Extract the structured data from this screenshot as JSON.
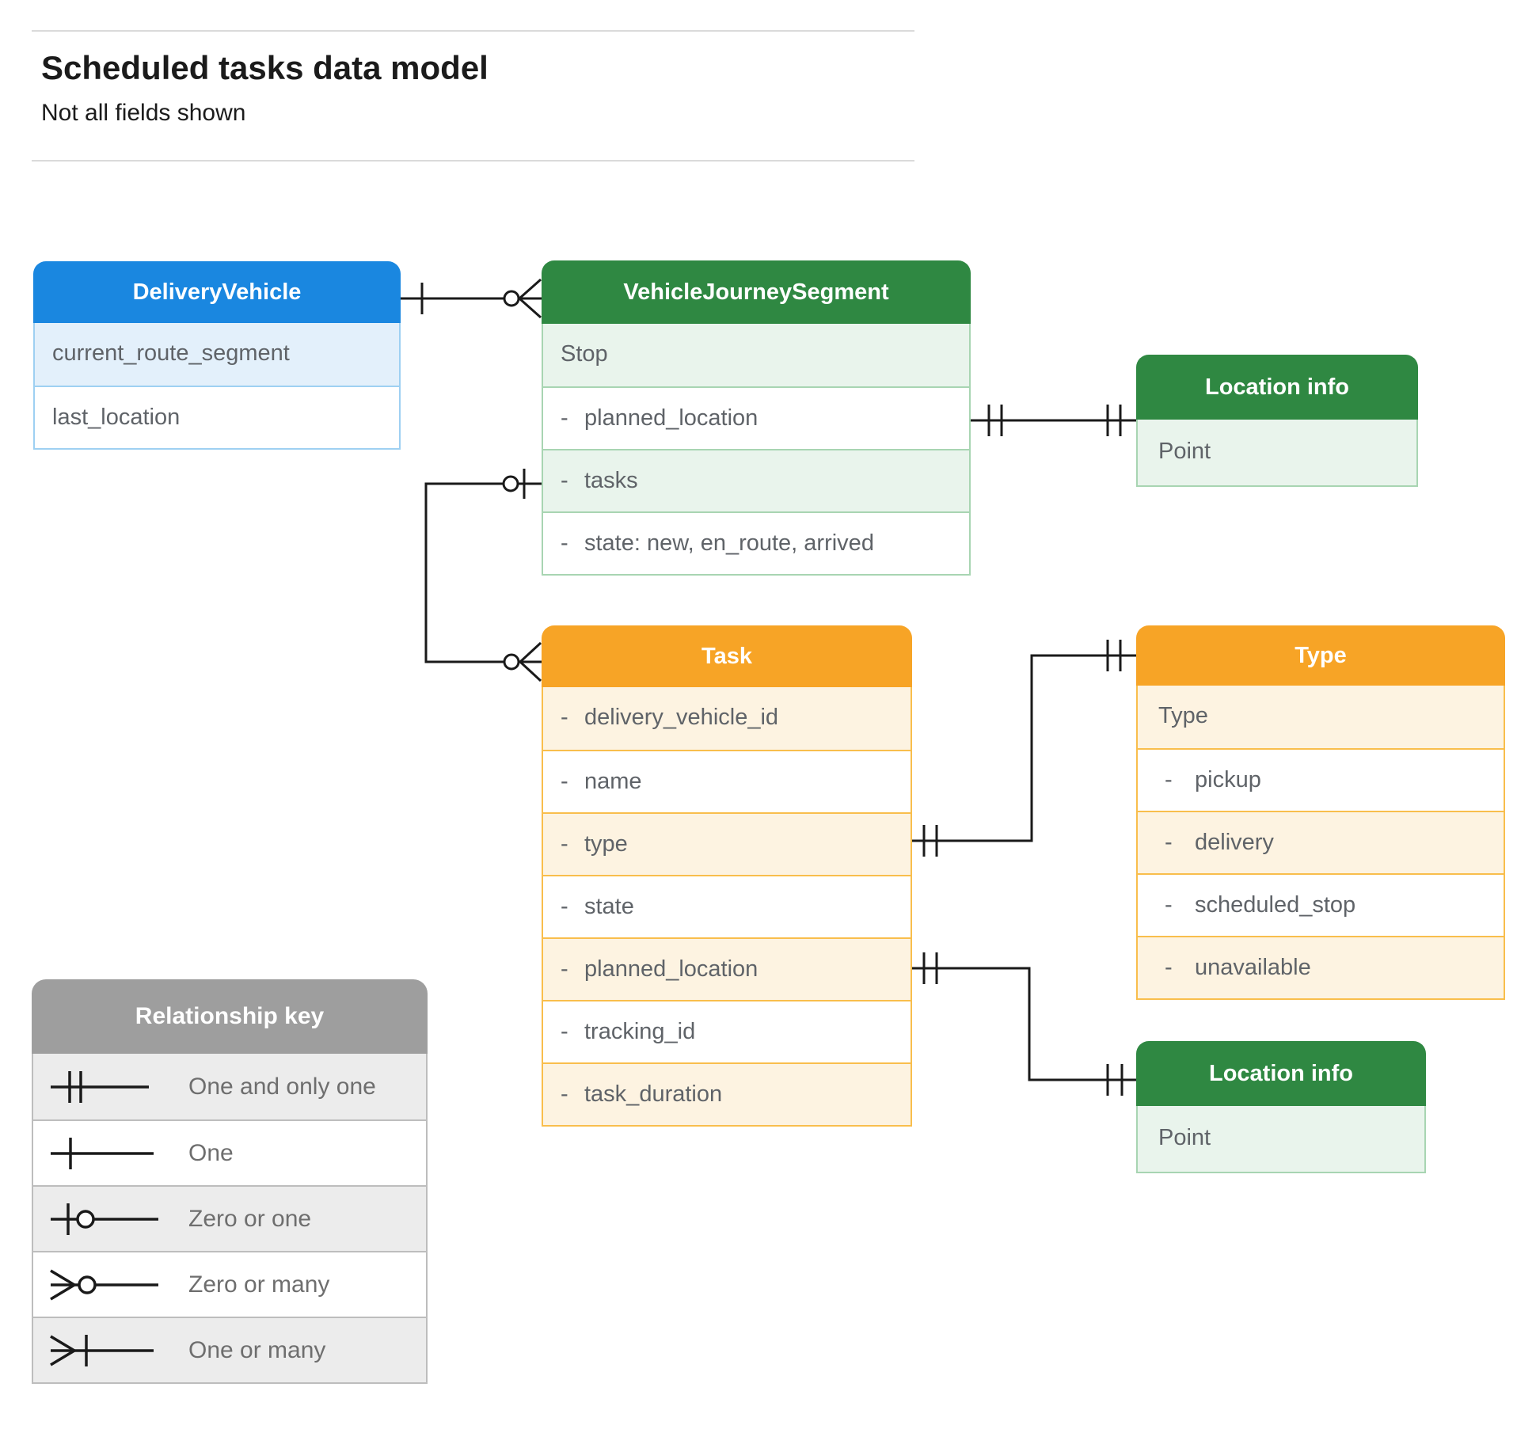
{
  "page": {
    "title": "Scheduled tasks data model",
    "subtitle": "Not all fields shown"
  },
  "colors": {
    "blue_header": "#1A87E0",
    "blue_row": "#E3F0FB",
    "blue_border": "#9ED0F2",
    "green_header": "#2F8842",
    "green_row": "#E9F4EC",
    "green_border": "#A8D5B2",
    "orange_header": "#F7A426",
    "orange_row": "#FDF3E1",
    "orange_border": "#F9BE4C",
    "gray_header": "#9E9E9E",
    "gray_row": "#ECECEC",
    "gray_border": "#BDBDBD",
    "connector": "#1a1a1a"
  },
  "entities": {
    "delivery_vehicle": {
      "title": "DeliveryVehicle",
      "rows": [
        {
          "label": "current_route_segment"
        },
        {
          "label": "last_location"
        }
      ]
    },
    "vehicle_journey_segment": {
      "title": "VehicleJourneySegment",
      "rows": [
        {
          "label": "Stop"
        },
        {
          "prefix": "-",
          "label": "planned_location"
        },
        {
          "prefix": "-",
          "label": "tasks"
        },
        {
          "prefix": "-",
          "label": "state: new, en_route, arrived"
        }
      ]
    },
    "location_info_top": {
      "title": "Location info",
      "rows": [
        {
          "label": "Point"
        }
      ]
    },
    "task": {
      "title": "Task",
      "rows": [
        {
          "prefix": "-",
          "label": "delivery_vehicle_id"
        },
        {
          "prefix": "-",
          "label": "name"
        },
        {
          "prefix": "-",
          "label": "type"
        },
        {
          "prefix": "-",
          "label": "state"
        },
        {
          "prefix": "-",
          "label": "planned_location"
        },
        {
          "prefix": "-",
          "label": "tracking_id"
        },
        {
          "prefix": "-",
          "label": "task_duration"
        }
      ]
    },
    "type": {
      "title": "Type",
      "rows": [
        {
          "label": "Type"
        },
        {
          "prefix": "-",
          "label": "pickup"
        },
        {
          "prefix": "-",
          "label": "delivery"
        },
        {
          "prefix": "-",
          "label": "scheduled_stop"
        },
        {
          "prefix": "-",
          "label": "unavailable"
        }
      ]
    },
    "location_info_bottom": {
      "title": "Location info",
      "rows": [
        {
          "label": "Point"
        }
      ]
    }
  },
  "legend": {
    "title": "Relationship key",
    "items": [
      {
        "symbol": "one-and-only-one-icon",
        "label": "One and only one"
      },
      {
        "symbol": "one-icon",
        "label": "One"
      },
      {
        "symbol": "zero-or-one-icon",
        "label": "Zero or one"
      },
      {
        "symbol": "zero-or-many-icon",
        "label": "Zero or many"
      },
      {
        "symbol": "one-or-many-icon",
        "label": "One or many"
      }
    ]
  }
}
